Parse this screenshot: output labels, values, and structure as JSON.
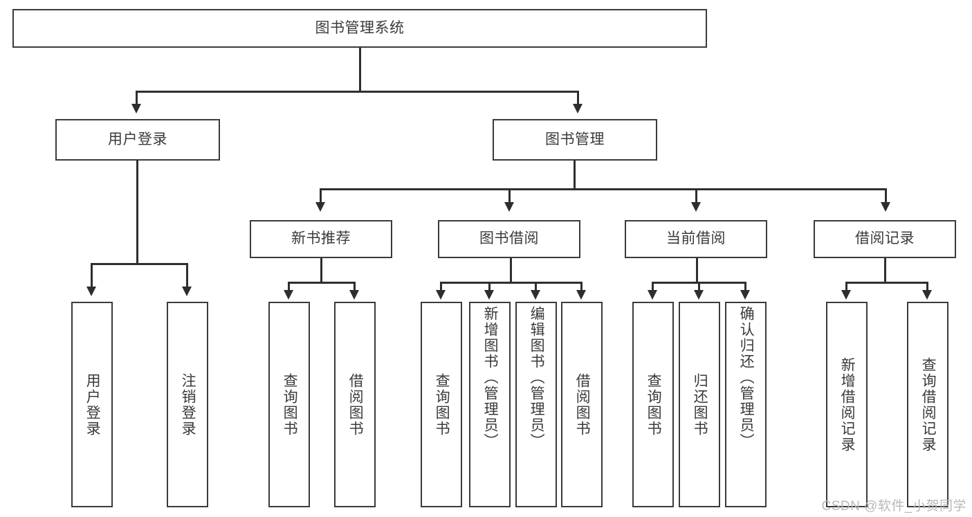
{
  "diagram": {
    "title": "图书管理系统",
    "type": "tree-structure-chart",
    "watermark": "CSDN @软件_小贺同学",
    "colors": {
      "box_border": "#3a3a3a",
      "connector": "#2e2e2e",
      "text": "#3a3a3a",
      "background": "#ffffff",
      "watermark": "#b8b8b8"
    },
    "root": {
      "label": "图书管理系统"
    },
    "level2": [
      {
        "label": "用户登录"
      },
      {
        "label": "图书管理"
      }
    ],
    "level3": [
      {
        "label": "新书推荐"
      },
      {
        "label": "图书借阅"
      },
      {
        "label": "当前借阅"
      },
      {
        "label": "借阅记录"
      }
    ],
    "leaves": {
      "user_login": [
        {
          "label": "用户登录"
        },
        {
          "label": "注销登录"
        }
      ],
      "new_book_recommend": [
        {
          "label": "查询图书"
        },
        {
          "label": "借阅图书"
        }
      ],
      "book_borrow": [
        {
          "label": "查询图书"
        },
        {
          "label": "新增图书（管理员）"
        },
        {
          "label": "编辑图书（管理员）"
        },
        {
          "label": "借阅图书"
        }
      ],
      "current_borrow": [
        {
          "label": "查询图书"
        },
        {
          "label": "归还图书"
        },
        {
          "label": "确认归还（管理员）"
        }
      ],
      "borrow_record": [
        {
          "label": "新增借阅记录"
        },
        {
          "label": "查询借阅记录"
        }
      ]
    }
  }
}
